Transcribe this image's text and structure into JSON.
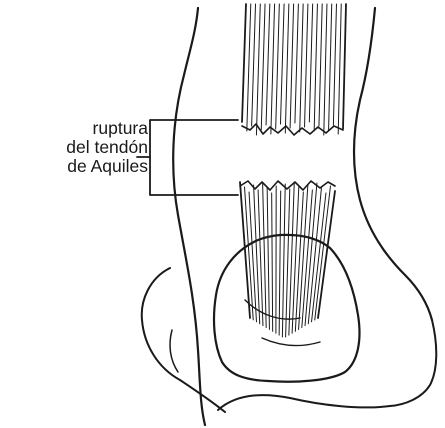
{
  "label": {
    "lines": [
      "ruptura",
      "del tendón",
      "de Aquiles"
    ]
  },
  "colors": {
    "ink": "#1a1a1a",
    "background": "#ffffff"
  }
}
